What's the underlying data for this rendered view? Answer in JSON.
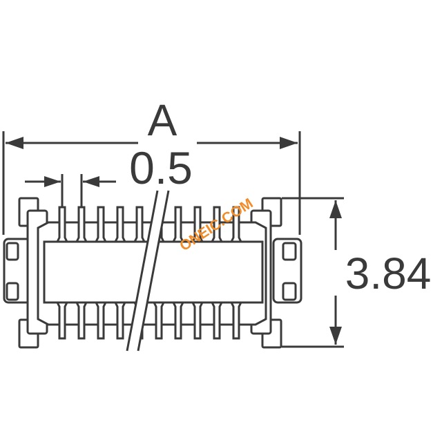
{
  "dimensions": {
    "overall_length_label": "A",
    "pitch_label": "0.5",
    "height_label": "3.84"
  },
  "watermark": {
    "text": "ONEIC.COM",
    "color": "#f28c28"
  },
  "colors": {
    "line": "#3a3a3a",
    "background": "#ffffff"
  }
}
